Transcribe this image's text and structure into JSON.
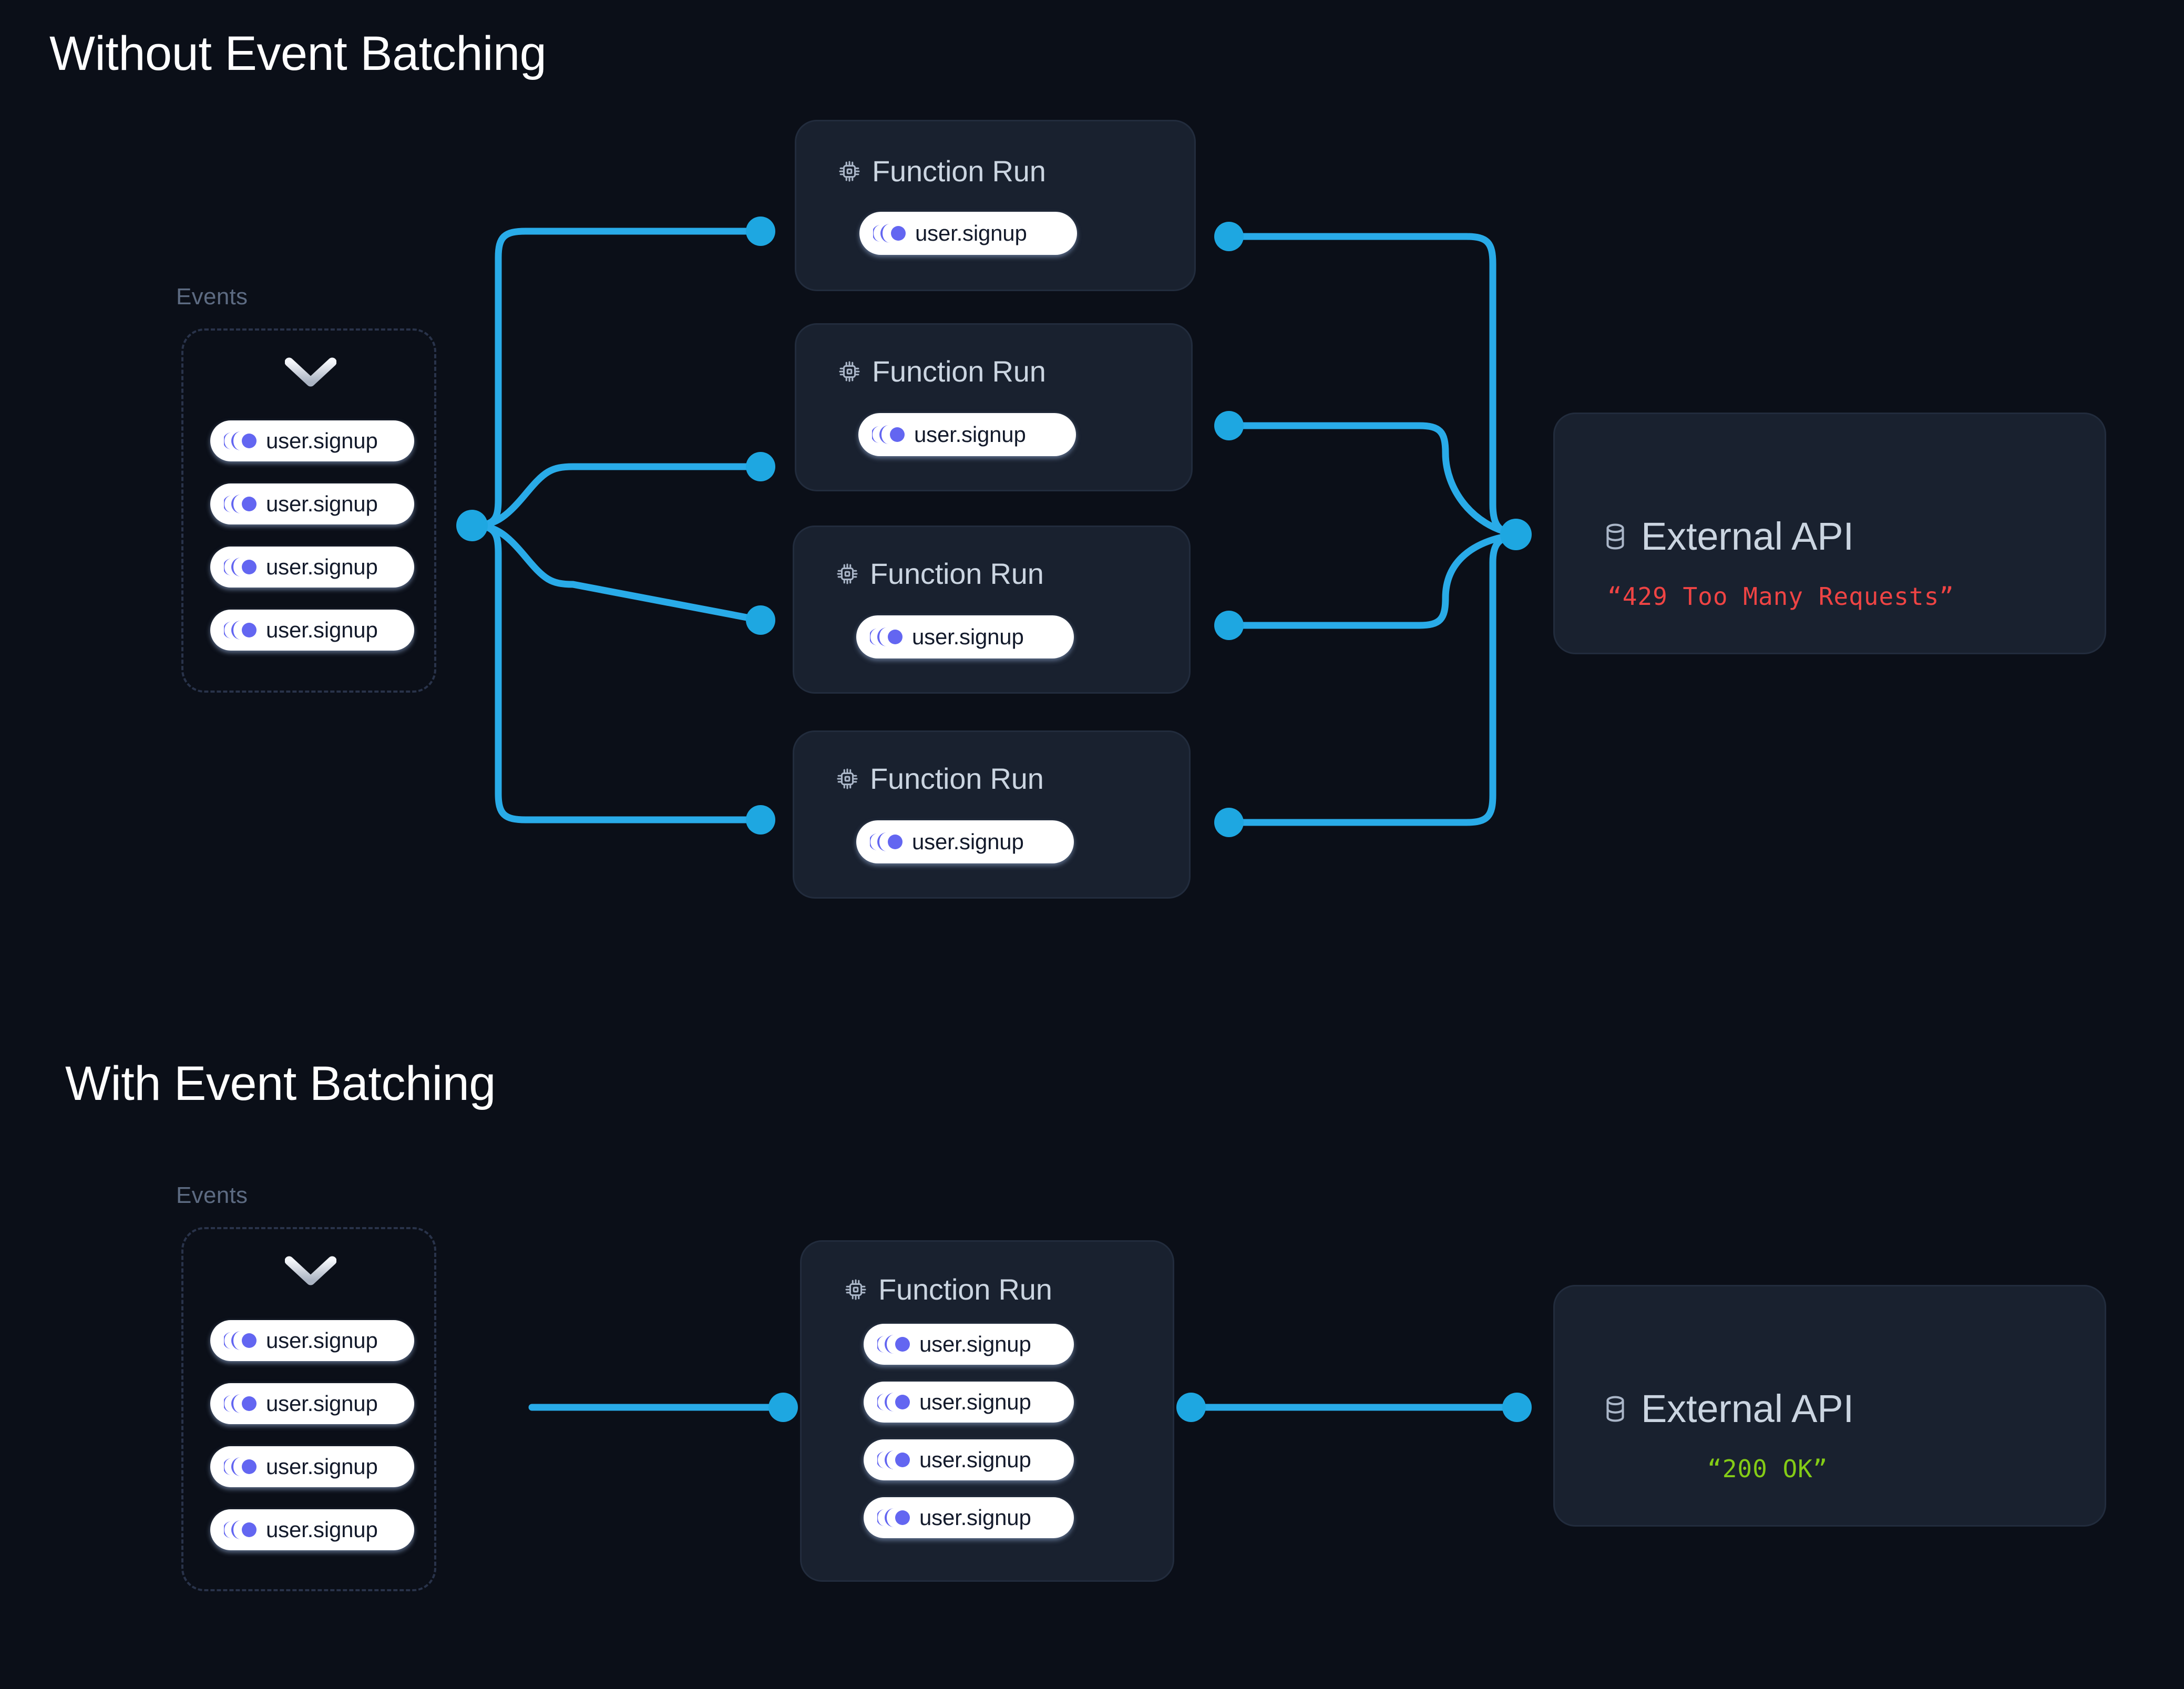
{
  "page": {
    "background_color": "#0b0f18",
    "card_background_color": "#19212f",
    "card_border_color": "#222c3d",
    "edge_color": "#29abe8",
    "event_icon_color": "#6366f1",
    "muted_text_color": "#5d6b82",
    "card_title_color": "#cbd5e1",
    "error_color": "#ef4444",
    "success_color": "#84cc16"
  },
  "sections": [
    {
      "id": "without-batching",
      "title": "Without Event Batching",
      "events": {
        "label": "Events",
        "chevron_icon": "chevron-down-icon",
        "pills": [
          {
            "icon": "event-icon",
            "label": "user.signup"
          },
          {
            "icon": "event-icon",
            "label": "user.signup"
          },
          {
            "icon": "event-icon",
            "label": "user.signup"
          },
          {
            "icon": "event-icon",
            "label": "user.signup"
          }
        ]
      },
      "function_runs": [
        {
          "icon": "cpu-chip-icon",
          "title": "Function Run",
          "pills": [
            {
              "icon": "event-icon",
              "label": "user.signup"
            }
          ]
        },
        {
          "icon": "cpu-chip-icon",
          "title": "Function Run",
          "pills": [
            {
              "icon": "event-icon",
              "label": "user.signup"
            }
          ]
        },
        {
          "icon": "cpu-chip-icon",
          "title": "Function Run",
          "pills": [
            {
              "icon": "event-icon",
              "label": "user.signup"
            }
          ]
        },
        {
          "icon": "cpu-chip-icon",
          "title": "Function Run",
          "pills": [
            {
              "icon": "event-icon",
              "label": "user.signup"
            }
          ]
        }
      ],
      "external_api": {
        "icon": "database-icon",
        "title": "External API",
        "status": "“429 Too Many Requests”",
        "status_color": "#ef4444"
      }
    },
    {
      "id": "with-batching",
      "title": "With Event Batching",
      "events": {
        "label": "Events",
        "chevron_icon": "chevron-down-icon",
        "pills": [
          {
            "icon": "event-icon",
            "label": "user.signup"
          },
          {
            "icon": "event-icon",
            "label": "user.signup"
          },
          {
            "icon": "event-icon",
            "label": "user.signup"
          },
          {
            "icon": "event-icon",
            "label": "user.signup"
          }
        ]
      },
      "function_runs": [
        {
          "icon": "cpu-chip-icon",
          "title": "Function Run",
          "pills": [
            {
              "icon": "event-icon",
              "label": "user.signup"
            },
            {
              "icon": "event-icon",
              "label": "user.signup"
            },
            {
              "icon": "event-icon",
              "label": "user.signup"
            },
            {
              "icon": "event-icon",
              "label": "user.signup"
            }
          ]
        }
      ],
      "external_api": {
        "icon": "database-icon",
        "title": "External API",
        "status": "“200 OK”",
        "status_color": "#84cc16"
      }
    }
  ]
}
